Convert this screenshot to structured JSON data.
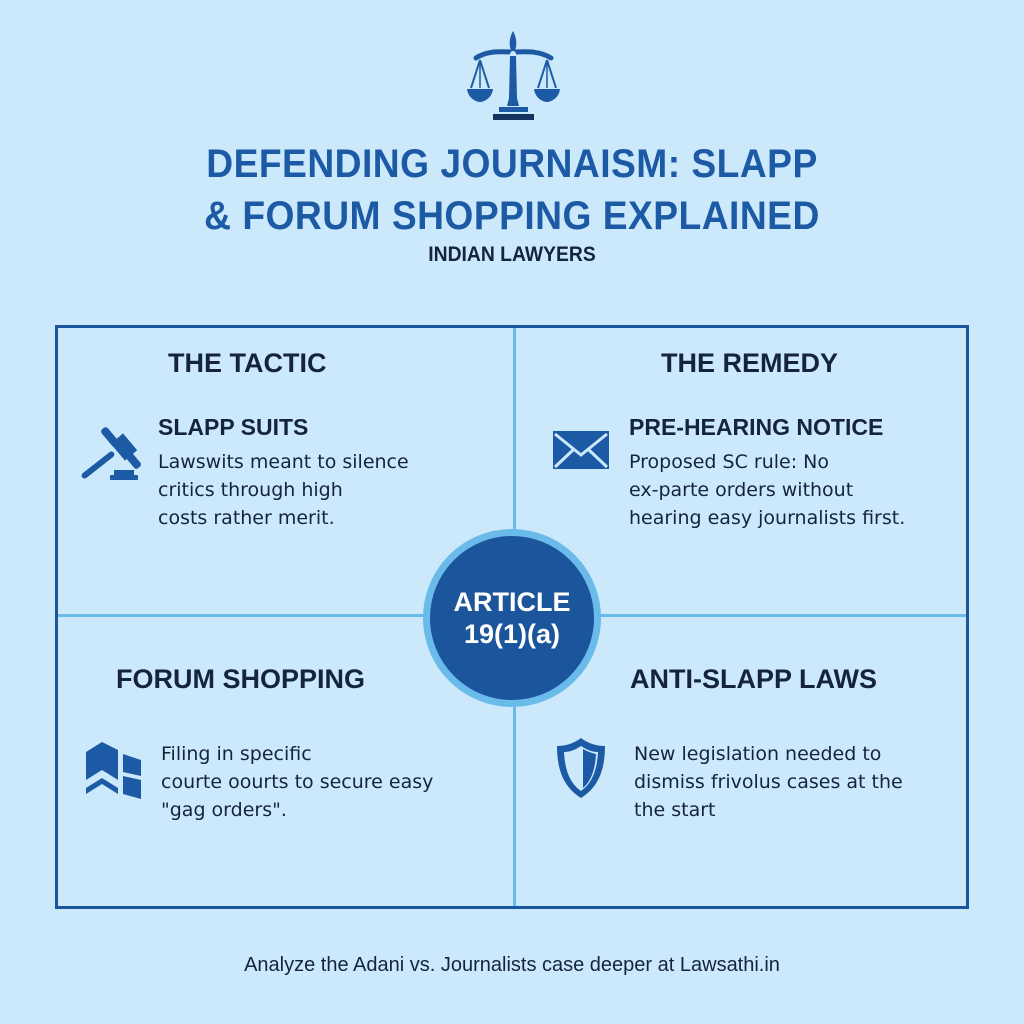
{
  "header": {
    "icon": "scales-of-justice-icon",
    "title_line1": "DEFENDING JOURNAISM: SLAPP",
    "title_line2": "& FORUM SHOPPING EXPLAINED",
    "subtitle": "INDIAN LAWYERS"
  },
  "quadrants": {
    "tactic": {
      "heading": "THE TACTIC",
      "icon": "gavel-icon",
      "item_title": "SLAPP SUITS",
      "desc": [
        "Lawswits meant to silence",
        "critics through high",
        "costs rather merit."
      ]
    },
    "remedy": {
      "heading": "THE REMEDY",
      "icon": "envelope-icon",
      "item_title": "PRE-HEARING NOTICE",
      "desc": [
        "Proposed SC rule: No",
        "ex-parte orders without",
        "hearing easy journalists first."
      ]
    },
    "forum": {
      "heading": "FORUM SHOPPING",
      "icon": "map-icon",
      "desc": [
        "Filing in specific",
        "courte oourts to secure easy",
        "\"gag orders\"."
      ]
    },
    "anti_slapp": {
      "heading": "ANTI-SLAPP LAWS",
      "icon": "shield-icon",
      "desc": [
        "New legislation needed to",
        "dismiss frivolus cases at the",
        "the start"
      ]
    }
  },
  "center_badge": {
    "line1": "ARTICLE",
    "line2": "19(1)(a)"
  },
  "footer": {
    "text": "Analyze the Adani vs. Journalists case deeper at Lawsathi.in"
  },
  "colors": {
    "background": "#cce9fb",
    "primary_blue": "#1b559c",
    "title_blue": "#1d5aa6",
    "light_blue": "#6bbbea",
    "text_dark": "#15243a"
  }
}
